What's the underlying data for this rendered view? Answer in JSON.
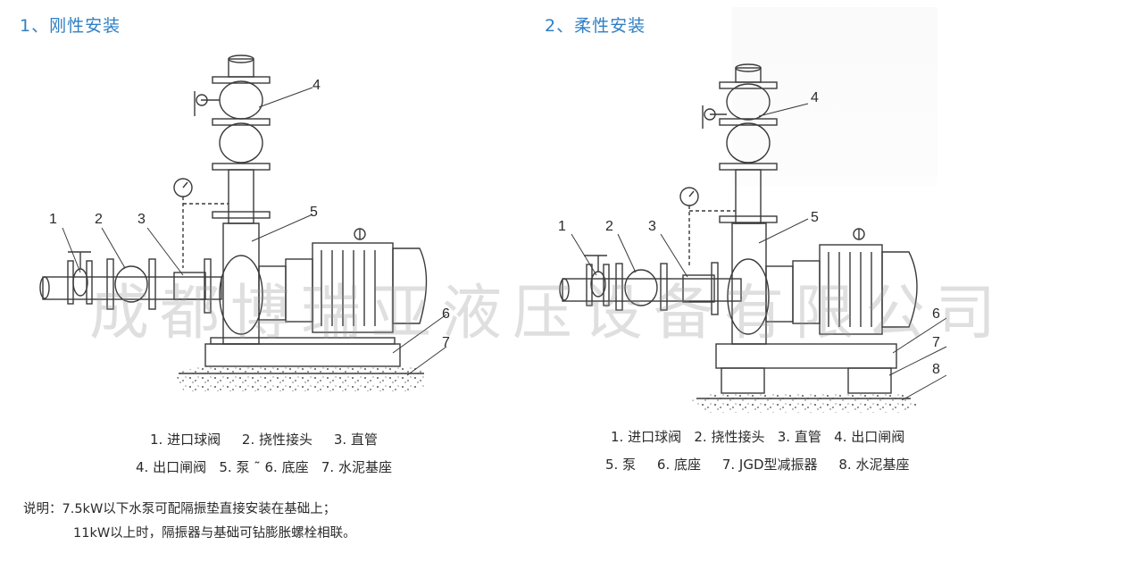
{
  "titles": {
    "left": "1、刚性安装",
    "right": "2、柔性安装"
  },
  "callouts": {
    "left": [
      "1",
      "2",
      "3",
      "4",
      "5",
      "6",
      "7"
    ],
    "right": [
      "1",
      "2",
      "3",
      "4",
      "5",
      "6",
      "7",
      "8"
    ]
  },
  "legend_left": {
    "line1": "1. 进口球阀     2. 挠性接头     3. 直管",
    "line2": "4. 出口闸阀   5. 泵 ˜ 6. 底座   7. 水泥基座"
  },
  "legend_right": {
    "line1": "1. 进口球阀   2. 挠性接头   3. 直管   4. 出口闸阀",
    "line2": "5. 泵     6. 底座     7. JGD型减振器     8. 水泥基座"
  },
  "notes": {
    "line1": "说明：7.5kW以下水泵可配隔振垫直接安装在基础上；",
    "line2": "11kW以上时，隔振器与基础可钻膨胀螺栓相联。"
  },
  "watermark": "成都博瑞亚液压设备有限公司",
  "colors": {
    "title_blue": "#2f7fc4",
    "line": "#3a3a3a"
  }
}
